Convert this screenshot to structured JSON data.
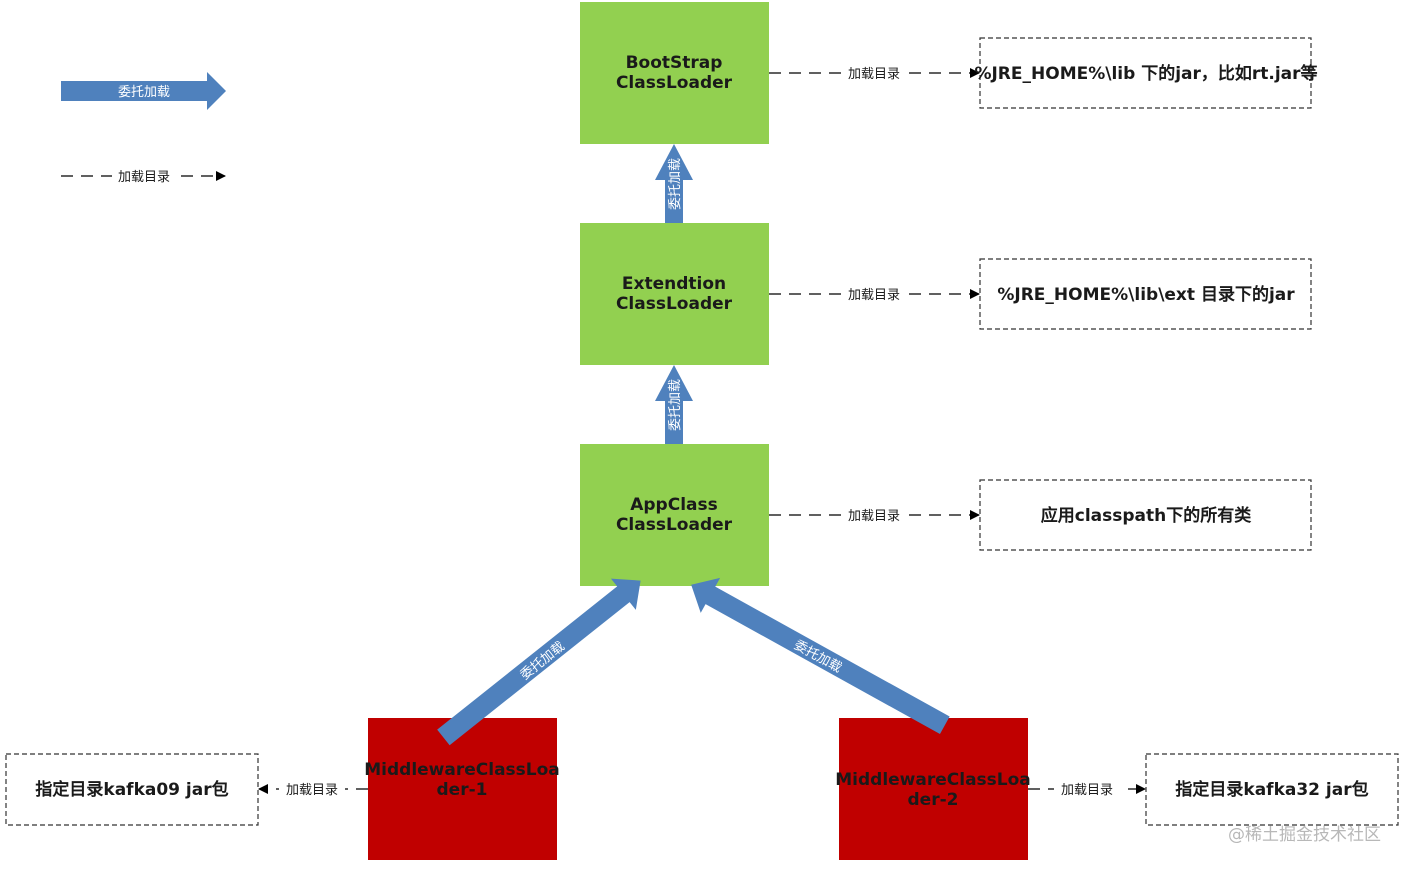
{
  "legend": {
    "delegate_label": "委托加载",
    "load_dir_label": "加载目录"
  },
  "colors": {
    "green_node": "#92d050",
    "red_node": "#c00000",
    "blue_arrow": "#4f81bd"
  },
  "nodes": {
    "bootstrap": {
      "line1": "BootStrap",
      "line2": "ClassLoader"
    },
    "extension": {
      "line1": "Extendtion",
      "line2": "ClassLoader"
    },
    "app": {
      "line1": "AppClass",
      "line2": "ClassLoader"
    },
    "mw1": {
      "line1": "MiddlewareClassLoa",
      "line2": "der-1"
    },
    "mw2": {
      "line1": "MiddlewareClassLoa",
      "line2": "der-2"
    }
  },
  "dirs": {
    "bootstrap": "%JRE_HOME%\\lib 下的jar，比如rt.jar等",
    "extension": "%JRE_HOME%\\lib\\ext 目录下的jar",
    "app": "应用classpath下的所有类",
    "mw1": "指定目录kafka09 jar包",
    "mw2": "指定目录kafka32 jar包"
  },
  "edge_labels": {
    "load_dir": "加载目录",
    "delegate": "委托加载"
  },
  "watermark": "@稀土掘金技术社区"
}
